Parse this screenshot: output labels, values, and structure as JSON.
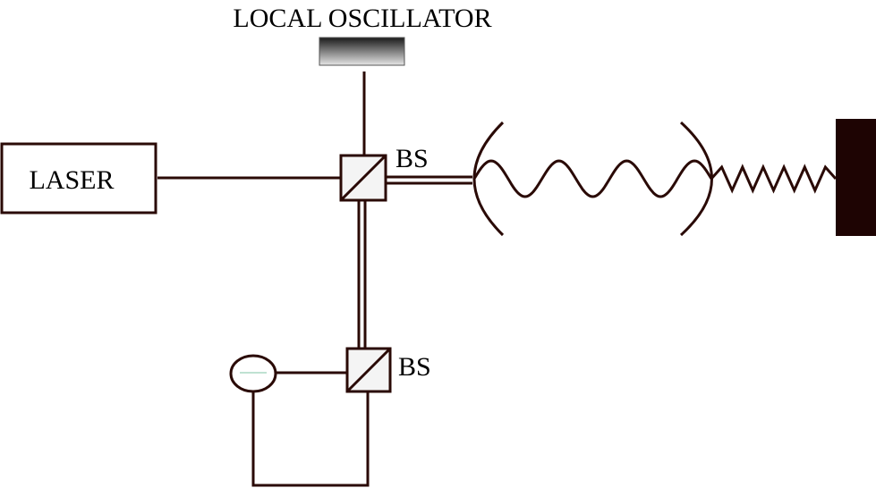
{
  "labels": {
    "local_oscillator": "LOCAL OSCILLATOR",
    "laser": "LASER",
    "beam_splitter_top": "BS",
    "beam_splitter_bottom": "BS"
  },
  "colors": {
    "ink": "#2a0a06",
    "wall": "#1e0403",
    "oscillator_dark": "#1a1a1a",
    "oscillator_light": "#e6e6e6",
    "splitter_fill": "#f4f4f4"
  }
}
